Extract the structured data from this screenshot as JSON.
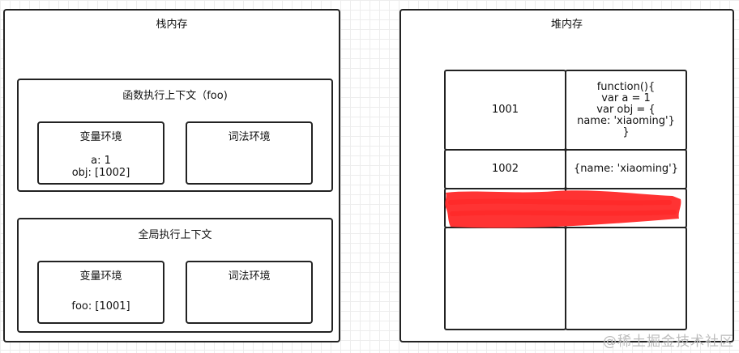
{
  "stack": {
    "title": "栈内存",
    "foo_context": {
      "title": "函数执行上下文（foo)",
      "variable_env": {
        "title": "变量环境",
        "content": "a: 1\nobj: [1002]"
      },
      "lexical_env": {
        "title": "词法环境"
      }
    },
    "global_context": {
      "title": "全局执行上下文",
      "variable_env": {
        "title": "变量环境",
        "content": "foo: [1001]"
      },
      "lexical_env": {
        "title": "词法环境"
      }
    }
  },
  "heap": {
    "title": "堆内存",
    "rows": [
      {
        "address": "1001",
        "value": "function(){\nvar a = 1\nvar obj = {\nname: 'xiaoming'}\n}"
      },
      {
        "address": "1002",
        "value": "{name: 'xiaoming'}"
      }
    ],
    "redaction_color": "#ff3333"
  },
  "watermark": "@稀土掘金技术社区",
  "colors": {
    "border": "#222222",
    "grid": "#ededed",
    "watermark": "#bdbdbd"
  }
}
